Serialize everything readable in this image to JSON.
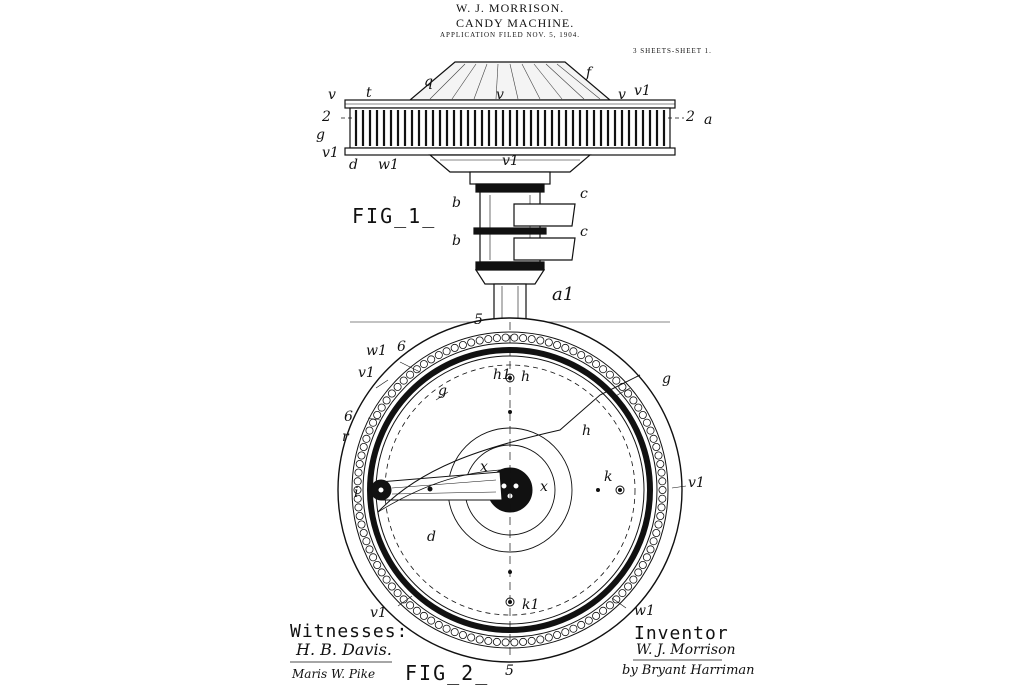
{
  "header": {
    "inventor_line": "W. J. MORRISON.",
    "title": "CANDY MACHINE.",
    "application": "APPLICATION FILED NOV. 5, 1904.",
    "sheets": "3 SHEETS-SHEET 1."
  },
  "figures": {
    "fig1_caption": "FIG_1_",
    "fig2_caption": "FIG_2_"
  },
  "fig1_labels": {
    "v_left": "v",
    "t": "t",
    "q": "q",
    "f": "f",
    "v_mid": "v",
    "v_right": "v",
    "v1_right": "v1",
    "two_left": "2",
    "two_right": "2",
    "a": "a",
    "g": "g",
    "v1_left": "v1",
    "d": "d",
    "w1": "w1",
    "v1_bottom": "v1",
    "b_upper": "b",
    "b_lower": "b",
    "c_upper": "c",
    "c_lower": "c",
    "a1": "a1"
  },
  "fig2_labels": {
    "five_top": "5",
    "w1_top": "w1",
    "six_top": "6",
    "v1_left": "v1",
    "six_left": "6",
    "r": "r",
    "h1": "h1",
    "h_top": "h",
    "g_inner": "g",
    "g_outer": "g",
    "h": "h",
    "x_top": "x",
    "x_right": "x",
    "k": "k",
    "v1_right": "v1",
    "i": "i",
    "d": "d",
    "k1": "k1",
    "v1_bottom": "v1",
    "w1_bottom": "w1",
    "five_bottom": "5"
  },
  "footer": {
    "witnesses_label": "Witnesses:",
    "witness_1": "H. B. Davis.",
    "witness_2": "Maris W. Pike",
    "inventor_label": "Inventor",
    "inventor_signature": "W. J. Morrison",
    "attorney_signature": "by Bryant Harriman"
  }
}
